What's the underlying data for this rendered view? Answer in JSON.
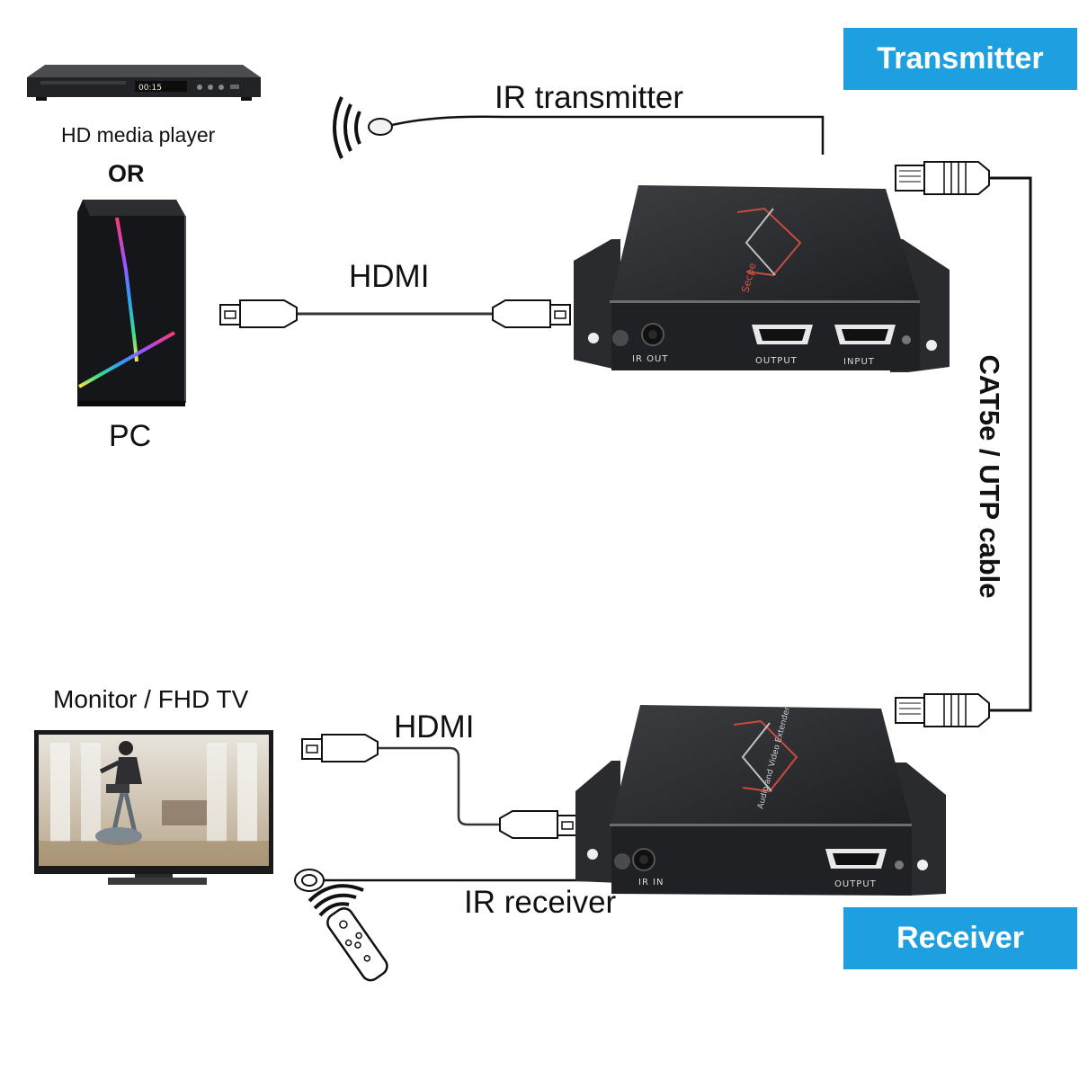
{
  "badges": {
    "transmitter": "Transmitter",
    "receiver": "Receiver"
  },
  "sources": {
    "media_player": "HD media player",
    "or": "OR",
    "pc": "PC"
  },
  "display": {
    "monitor": "Monitor / FHD TV"
  },
  "cables": {
    "hdmi_top": "HDMI",
    "hdmi_bottom": "HDMI",
    "ir_transmitter": "IR transmitter",
    "ir_receiver": "IR receiver",
    "cat": "CAT5e / UTP cable"
  },
  "transmitter_ports": {
    "ir": "IR OUT",
    "output": "OUTPUT",
    "input": "INPUT"
  },
  "receiver_ports": {
    "ir": "IR IN",
    "output": "OUTPUT"
  },
  "device_text": {
    "brand": "Secpe",
    "product": "Audio and Video Extender"
  },
  "player_display": "00:15",
  "colors": {
    "accent": "#1ea0e0",
    "device": "#2b2d30",
    "cable": "#111111",
    "background": "#ffffff"
  }
}
